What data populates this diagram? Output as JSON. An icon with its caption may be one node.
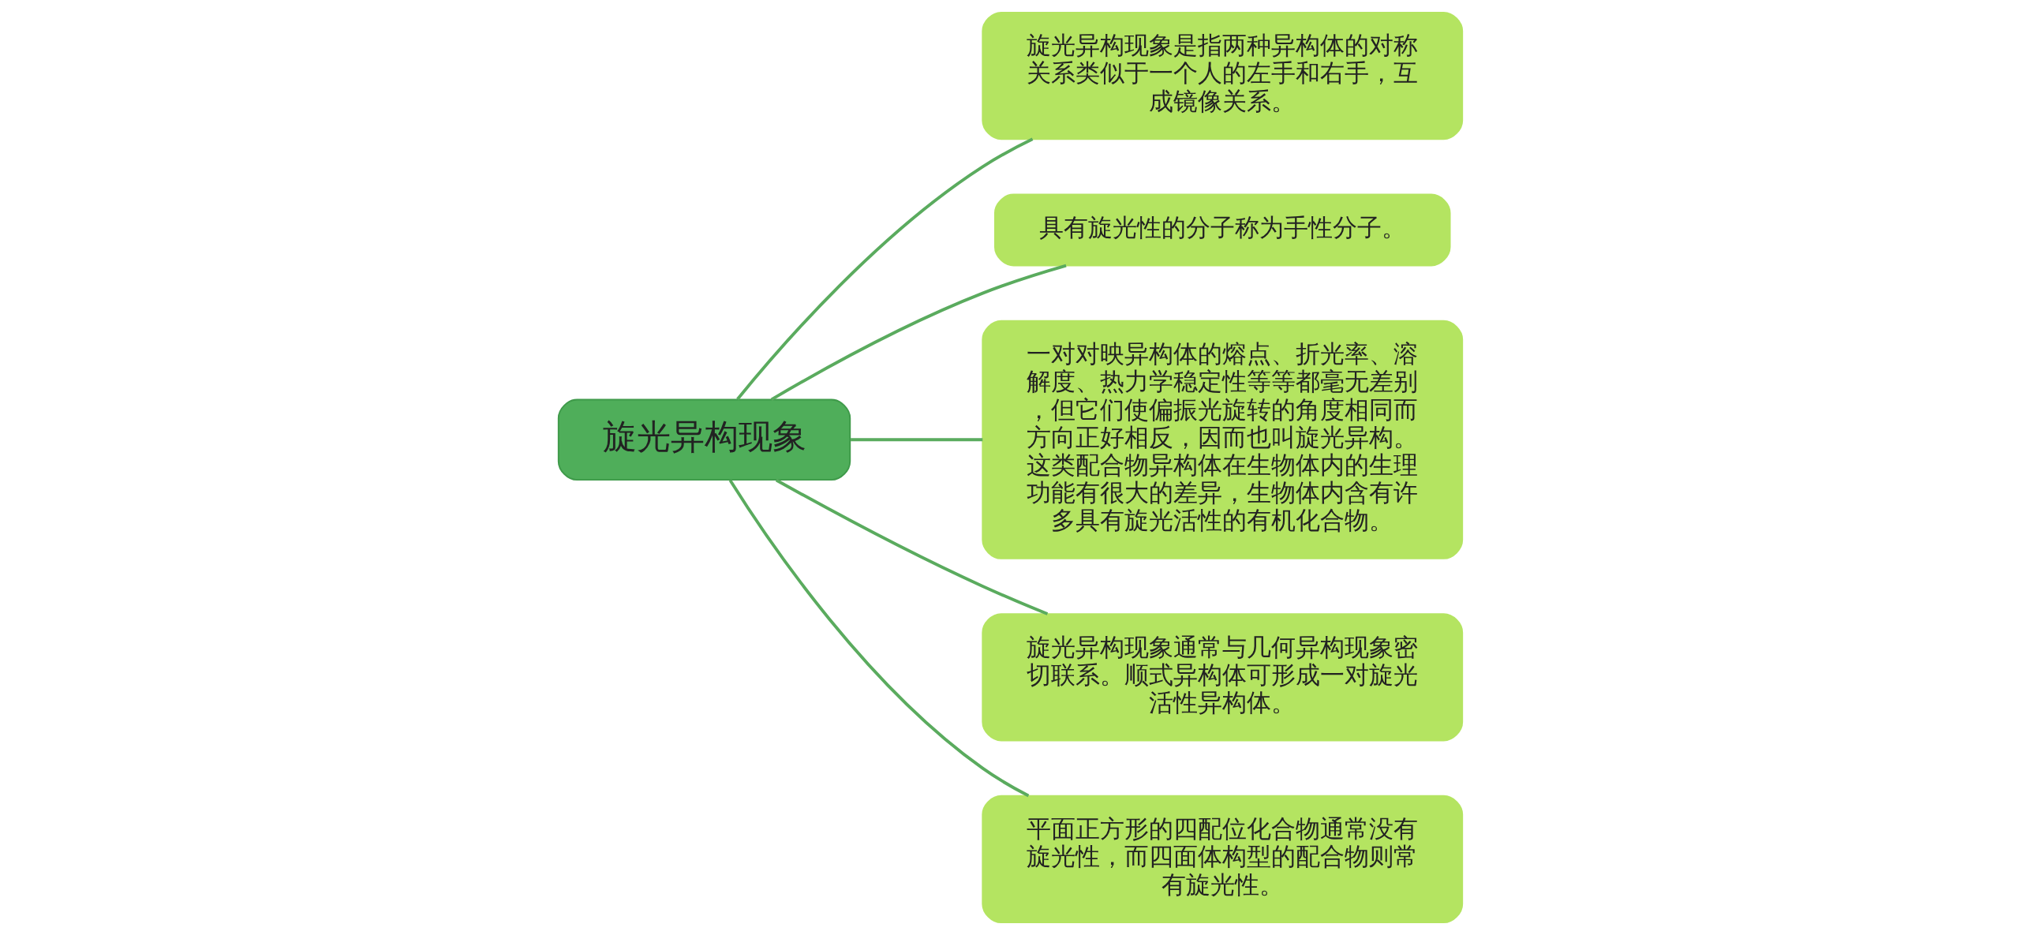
{
  "diagram": {
    "nodes": [
      {
        "text": [
          "旋光异构现象"
        ]
      },
      {
        "text": [
          "旋光异构现象是指两种异构体的对称关系类似于一个人的左手和右手，互成镜像关系。"
        ]
      },
      {
        "text": [
          "具有旋光性的分子称为手性分子。"
        ]
      },
      {
        "text": [
          "一对对映异构体的熔点、折光率、溶解度、热力学稳定性等等都毫无差别，但它们使偏振光旋转的角度相同而方向正好相反，因而也叫旋光异构。这类配合物异构体在生物体内的生理功能有很大的差异，生物体内含有许多具有旋光活性的有机化合物。"
        ]
      },
      {
        "text": [
          "旋光异构现象通常与几何异构现象密切联系。顺式异构体可形成一对旋光活性异构体。"
        ]
      },
      {
        "text": [
          "平面正方形的四配位化合物通常没有旋光性，而四面体构型的配合物则常有旋光性。"
        ]
      }
    ],
    "edges": [
      {
        "from": 0,
        "to": 1,
        "arrow": "none"
      },
      {
        "from": 0,
        "to": 2,
        "arrow": "none"
      },
      {
        "from": 0,
        "to": 3,
        "arrow": "none"
      },
      {
        "from": 0,
        "to": 4,
        "arrow": "none"
      },
      {
        "from": 0,
        "to": 5,
        "arrow": "none"
      }
    ]
  }
}
